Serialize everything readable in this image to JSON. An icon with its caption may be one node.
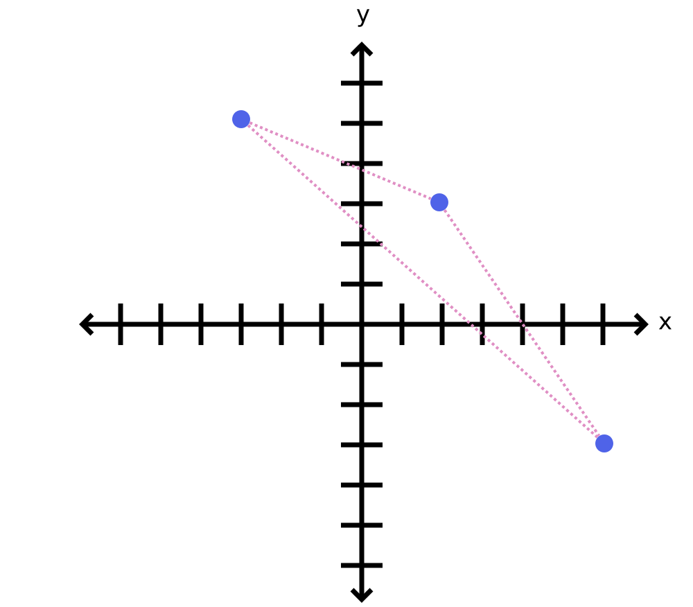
{
  "diagram": {
    "nodes": [
      {
        "text": [],
        "shape": "circle"
      },
      {
        "text": [],
        "shape": "circle"
      },
      {
        "text": [],
        "shape": "circle"
      }
    ],
    "edges": [
      {
        "from": 0,
        "to": 1,
        "arrow": "none"
      },
      {
        "from": 1,
        "to": 2,
        "arrow": "none"
      },
      {
        "from": 0,
        "to": 2,
        "arrow": "none"
      }
    ],
    "labels": [
      "y",
      "x"
    ]
  }
}
